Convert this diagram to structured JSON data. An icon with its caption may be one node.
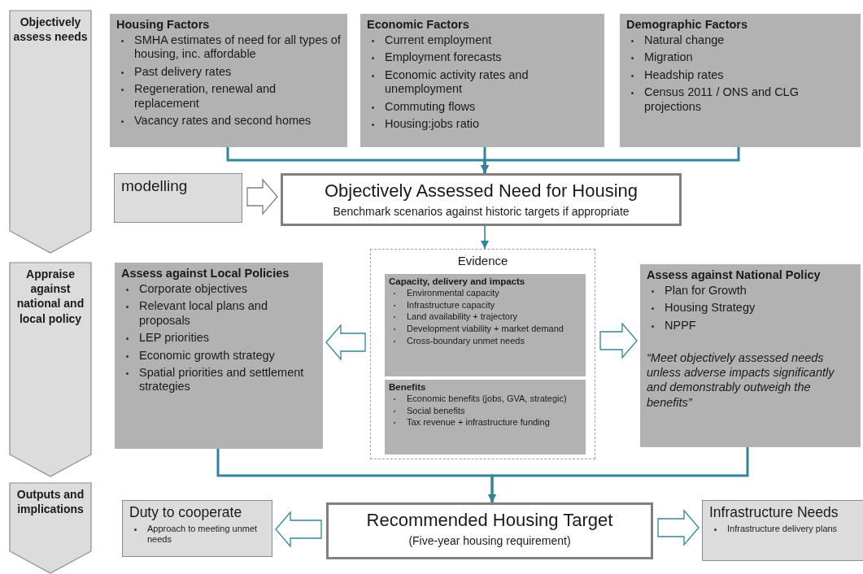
{
  "diagram": {
    "nodes": [
      {
        "text": [
          "Objectively assess needs"
        ]
      },
      {
        "text": [
          "Appraise against national and local policy"
        ]
      },
      {
        "text": [
          "Outputs and implications"
        ]
      },
      {
        "text": [
          "Housing Factors",
          "SMHA estimates of need for all types of housing, inc. affordable",
          "Past delivery rates",
          "Regeneration, renewal and replacement",
          "Vacancy rates and second homes"
        ]
      },
      {
        "text": [
          "Economic Factors",
          "Current employment",
          "Employment forecasts",
          "Economic activity rates and unemployment",
          "Commuting flows",
          "Housing:jobs ratio"
        ]
      },
      {
        "text": [
          "Demographic Factors",
          "Natural change",
          "Migration",
          "Headship rates",
          "Census 2011 / ONS and CLG projections"
        ]
      },
      {
        "text": [
          "modelling"
        ]
      },
      {
        "text": [
          "Objectively Assessed Need for Housing",
          "Benchmark scenarios against historic targets if appropriate"
        ]
      },
      {
        "text": [
          "Evidence"
        ]
      },
      {
        "text": [
          "Capacity, delivery and impacts",
          "Environmental capacity",
          "Infrastructure capacity",
          "Land availability + trajectory",
          "Development viability + market demand",
          "Cross-boundary unmet needs"
        ],
        "in": 8
      },
      {
        "text": [
          "Benefits",
          "Economic benefits (jobs, GVA, strategic)",
          "Social benefits",
          "Tax revenue + infrastructure funding"
        ],
        "in": 8
      },
      {
        "text": [
          "Assess against Local Policies",
          "Corporate objectives",
          "Relevant local plans and proposals",
          "LEP priorities",
          "Economic growth strategy",
          "Spatial priorities and settlement strategies"
        ]
      },
      {
        "text": [
          "Assess against National Policy",
          "Plan for Growth",
          "Housing Strategy",
          "NPPF",
          "“Meet objectively assessed needs unless adverse impacts significantly and demonstrably outweigh the benefits”"
        ]
      },
      {
        "text": [
          "Duty to cooperate",
          "Approach to meeting unmet needs"
        ]
      },
      {
        "text": [
          "Recommended Housing Target",
          "(Five-year housing requirement)"
        ]
      },
      {
        "text": [
          "Infrastructure Needs",
          "Infrastructure delivery plans"
        ]
      }
    ],
    "edges": [
      {
        "from": 3,
        "to": 7,
        "arrow": "to"
      },
      {
        "from": 4,
        "to": 7,
        "arrow": "to"
      },
      {
        "from": 5,
        "to": 7,
        "arrow": "to"
      },
      {
        "from": 6,
        "to": 7,
        "arrow": "to",
        "style": "thick",
        "color": "#7f7f7f"
      },
      {
        "from": 7,
        "to": 8,
        "arrow": "to"
      },
      {
        "from": 8,
        "to": 11,
        "arrow": "to",
        "style": "thick"
      },
      {
        "from": 8,
        "to": 12,
        "arrow": "to",
        "style": "thick"
      },
      {
        "from": 11,
        "to": 14,
        "arrow": "to"
      },
      {
        "from": 12,
        "to": 14,
        "arrow": "to"
      },
      {
        "from": 14,
        "to": 13,
        "arrow": "to",
        "style": "thick"
      },
      {
        "from": 14,
        "to": 15,
        "arrow": "to",
        "style": "thick"
      }
    ]
  }
}
